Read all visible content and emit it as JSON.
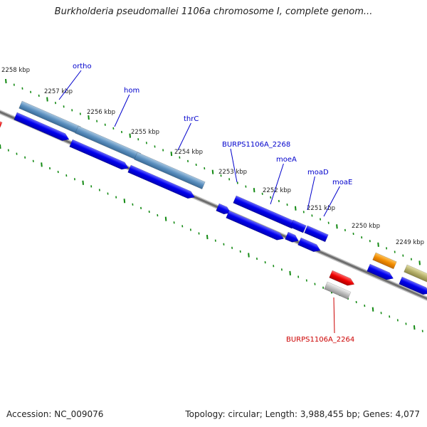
{
  "title": "Burkholderia pseudomallei 1106a chromosome I, complete genom...",
  "ticks": [
    {
      "label": "2258 kbp",
      "kbp": 2258
    },
    {
      "label": "2257 kbp",
      "kbp": 2257
    },
    {
      "label": "2256 kbp",
      "kbp": 2256
    },
    {
      "label": "2255 kbp",
      "kbp": 2255
    },
    {
      "label": "2254 kbp",
      "kbp": 2254
    },
    {
      "label": "2253 kbp",
      "kbp": 2253
    },
    {
      "label": "2252 kbp",
      "kbp": 2252
    },
    {
      "label": "2251 kbp",
      "kbp": 2251
    },
    {
      "label": "2250 kbp",
      "kbp": 2250
    },
    {
      "label": "2249 kbp",
      "kbp": 2249
    }
  ],
  "gene_labels": [
    {
      "label": "ortho",
      "color": "#0000cc"
    },
    {
      "label": "hom",
      "color": "#0000cc"
    },
    {
      "label": "thrC",
      "color": "#0000cc"
    },
    {
      "label": "BURPS1106A_2268",
      "color": "#0000cc"
    },
    {
      "label": "moeA",
      "color": "#0000cc"
    },
    {
      "label": "moaD",
      "color": "#0000cc"
    },
    {
      "label": "moaE",
      "color": "#0000cc"
    },
    {
      "label": "BURPS1106A_2264",
      "color": "#cc0000"
    }
  ],
  "colors": {
    "cds": "#0000ee",
    "ortholog": "#4f86b6",
    "rna": "#ee0000",
    "orange_feature": "#f28c00",
    "olive_feature": "#b5b06a",
    "grey_feature": "#b0b0b0",
    "backbone": "#777777",
    "tick": "#138a13"
  },
  "footer": {
    "accession": "Accession: NC_009076",
    "stats": "Topology: circular; Length: 3,988,455 bp; Genes: 4,077"
  }
}
